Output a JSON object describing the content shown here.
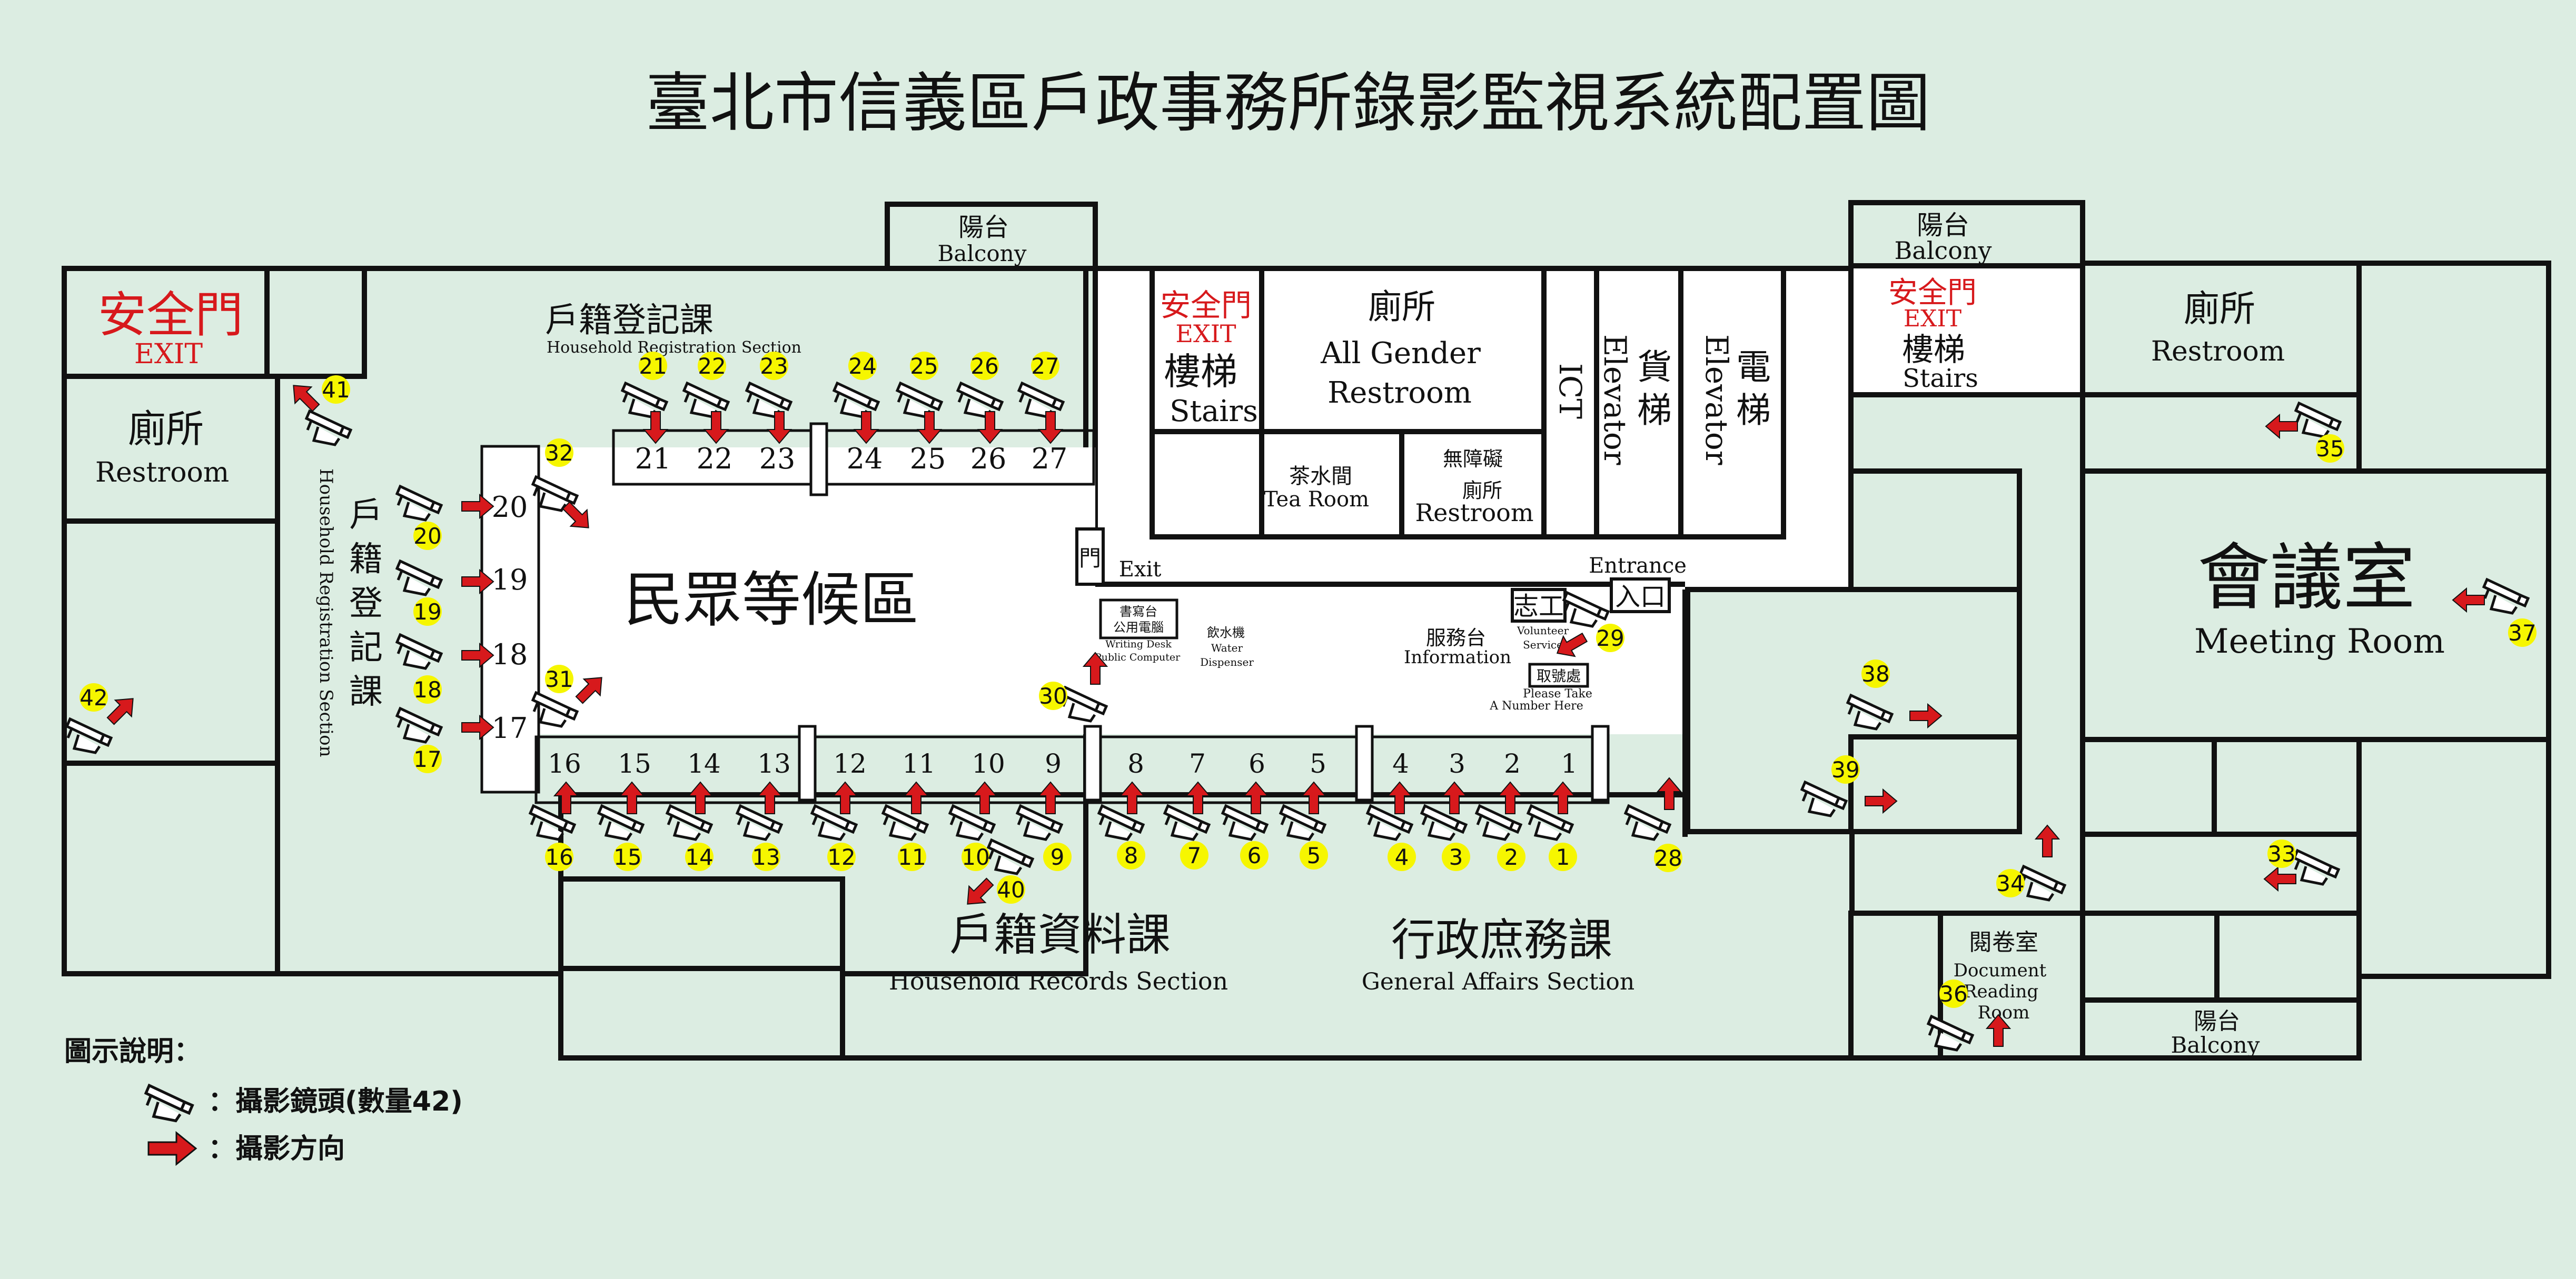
{
  "title": "臺北市信義區戶政事務所錄影監視系統配置圖",
  "colors": {
    "background": "#dcede2",
    "wall": "#111111",
    "room_fill": "#ffffff",
    "exit_red": "#d7191c",
    "camera_badge": "#f6f600",
    "arrow_red": "#d7191c"
  },
  "rooms": {
    "balcony_top": {
      "zh": "陽台",
      "en": "Balcony"
    },
    "balcony_right_top": {
      "zh": "陽台",
      "en": "Balcony"
    },
    "balcony_bottom": {
      "zh": "陽台",
      "en": "Balcony"
    },
    "exit_left": {
      "zh": "安全門",
      "en": "EXIT"
    },
    "restroom_left": {
      "zh": "廁所",
      "en": "Restroom"
    },
    "exit_stairs_mid": {
      "zh": "安全門",
      "en": "EXIT",
      "stairs_zh": "樓梯",
      "stairs_en": "Stairs"
    },
    "all_gender": {
      "zh": "廁所",
      "en1": "All Gender",
      "en2": "Restroom"
    },
    "ict": "ICT",
    "freight_elevator": {
      "zh": "貨梯",
      "en": "Elevator"
    },
    "elevator": {
      "zh": "電梯",
      "en": "Elevator"
    },
    "tea_room": {
      "zh": "茶水間",
      "en": "Tea Room"
    },
    "accessible_restroom": {
      "zh1": "無障礙",
      "zh2": "廁所",
      "en": "Restroom"
    },
    "exit_stairs_right": {
      "zh": "安全門",
      "en": "EXIT",
      "stairs_zh": "樓梯",
      "stairs_en": "Stairs"
    },
    "restroom_right": {
      "zh": "廁所",
      "en": "Restroom"
    },
    "meeting_room": {
      "zh": "會議室",
      "en": "Meeting Room"
    },
    "waiting_area": "民眾等候區",
    "household_registration_top": {
      "zh": "戶籍登記課",
      "en": "Household Registration Section"
    },
    "household_registration_left": {
      "zh": "戶籍登記課",
      "en": "Household Registration Section"
    },
    "household_records": {
      "zh": "戶籍資料課",
      "en": "Household Records Section"
    },
    "general_affairs": {
      "zh": "行政庶務課",
      "en": "General Affairs Section"
    },
    "reading_room": {
      "zh": "閱卷室",
      "en1": "Document",
      "en2": "Reading",
      "en3": "Room"
    },
    "exit_door": {
      "zh": "門",
      "en": "Exit"
    },
    "entrance": {
      "zh": "入口",
      "en": "Entrance"
    },
    "volunteer": {
      "zh": "志工",
      "en1": "Volunteer",
      "en2": "Service"
    },
    "information": {
      "zh": "服務台",
      "en": "Information"
    },
    "take_number": {
      "zh": "取號處",
      "en1": "Please Take",
      "en2": "A Number Here"
    },
    "writing_desk": {
      "zh1": "書寫台",
      "zh2": "公用電腦",
      "en1": "Writing Desk",
      "en2": "Public Computer"
    },
    "water_dispenser": {
      "zh": "飲水機",
      "en1": "Water",
      "en2": "Dispenser"
    }
  },
  "counters": {
    "bottom": [
      "16",
      "15",
      "14",
      "13",
      "12",
      "11",
      "10",
      "9",
      "8",
      "7",
      "6",
      "5",
      "4",
      "3",
      "2",
      "1"
    ],
    "top": [
      "21",
      "22",
      "23",
      "24",
      "25",
      "26",
      "27"
    ],
    "left": [
      "20",
      "19",
      "18",
      "17"
    ]
  },
  "cameras": [
    "1",
    "2",
    "3",
    "4",
    "5",
    "6",
    "7",
    "8",
    "9",
    "10",
    "11",
    "12",
    "13",
    "14",
    "15",
    "16",
    "17",
    "18",
    "19",
    "20",
    "21",
    "22",
    "23",
    "24",
    "25",
    "26",
    "27",
    "28",
    "29",
    "30",
    "31",
    "32",
    "33",
    "34",
    "35",
    "36",
    "37",
    "38",
    "39",
    "40",
    "41",
    "42"
  ],
  "legend": {
    "title": "圖示說明：",
    "camera": "：攝影鏡頭(數量42)",
    "direction": "：攝影方向"
  }
}
